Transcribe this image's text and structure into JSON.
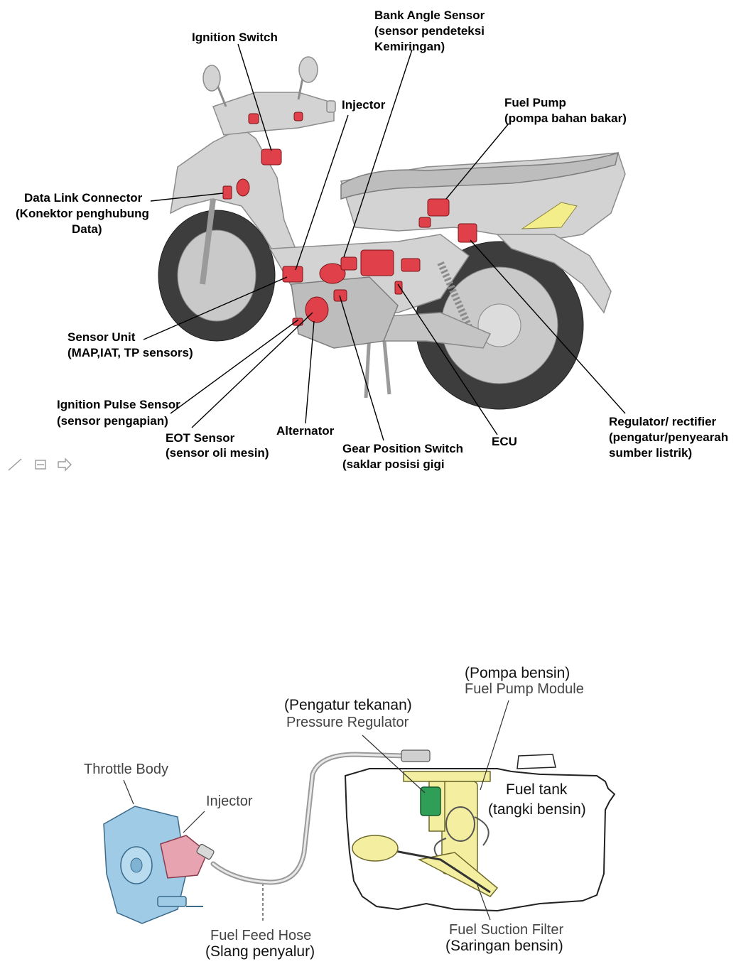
{
  "top_diagram": {
    "labels": {
      "ignition_switch": "Ignition Switch",
      "bank_angle_1": "Bank Angle Sensor",
      "bank_angle_2": "(sensor pendeteksi",
      "bank_angle_3": "Kemiringan)",
      "injector": "Injector",
      "fuel_pump_1": "Fuel Pump",
      "fuel_pump_2": "(pompa bahan bakar)",
      "dlc_1": "Data Link Connector",
      "dlc_2": "(Konektor penghubung",
      "dlc_3": "Data)",
      "sensor_unit_1": "Sensor Unit",
      "sensor_unit_2": "(MAP,IAT, TP sensors)",
      "ignition_pulse_1": "Ignition Pulse Sensor",
      "ignition_pulse_2": "(sensor pengapian)",
      "eot_1": "EOT Sensor",
      "eot_2": "(sensor oli mesin)",
      "alternator": "Alternator",
      "gear_pos_1": "Gear Position Switch",
      "gear_pos_2": "(saklar posisi gigi",
      "ecu": "ECU",
      "regulator_1": "Regulator/ rectifier",
      "regulator_2": "(pengatur/penyearah",
      "regulator_3": "sumber listrik)"
    }
  },
  "bottom_diagram": {
    "labels": {
      "pompa_bensin": "(Pompa bensin)",
      "fuel_pump_module": "Fuel Pump Module",
      "pengatur_tekanan": "(Pengatur tekanan)",
      "pressure_regulator": "Pressure Regulator",
      "throttle_body": "Throttle Body",
      "injector": "Injector",
      "fuel_tank": "Fuel tank",
      "tangki_bensin": "(tangki bensin)",
      "fuel_feed_hose": "Fuel Feed Hose",
      "slang_penyalur": "(Slang penyalur)",
      "fuel_suction_filter": "Fuel Suction Filter",
      "saringan_bensin": "(Saringan bensin)"
    }
  },
  "colors": {
    "component_red": "#e0404a",
    "body_gray": "#d3d3d3",
    "throttle_blue": "#9fcbe6",
    "pump_yellow": "#f4efa0",
    "regulator_green": "#2f9e56"
  },
  "icons": [
    "pencil-icon",
    "page-icon",
    "arrow-right-icon"
  ]
}
